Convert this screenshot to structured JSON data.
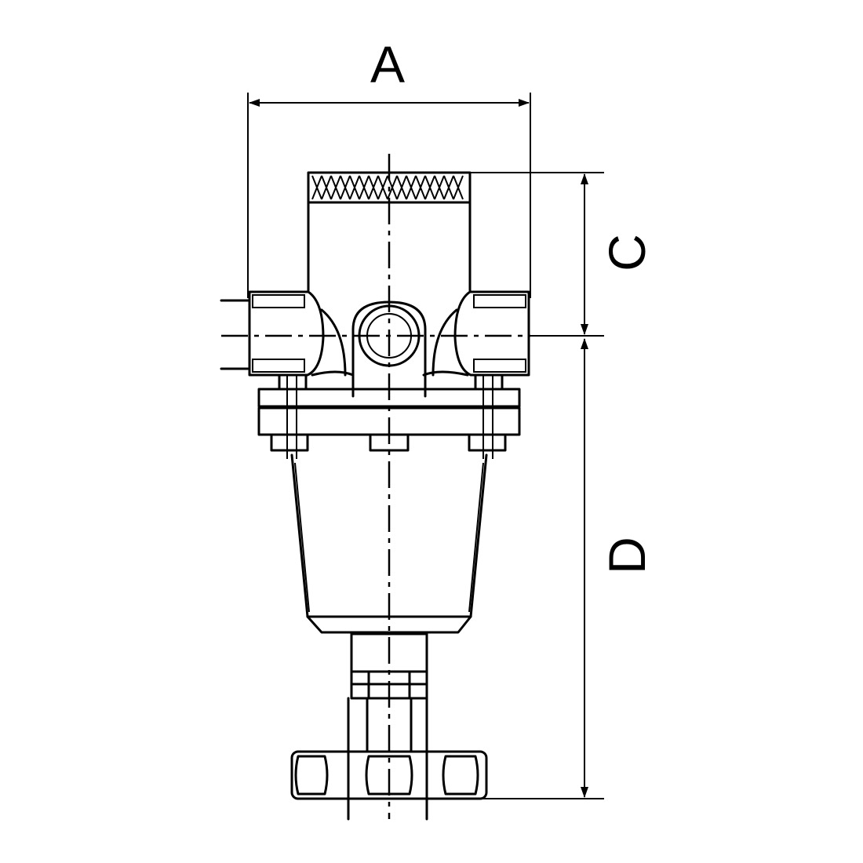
{
  "labels": {
    "a": "A",
    "c": "C",
    "d": "D"
  },
  "colors": {
    "line": "#000000",
    "background": "#ffffff"
  }
}
